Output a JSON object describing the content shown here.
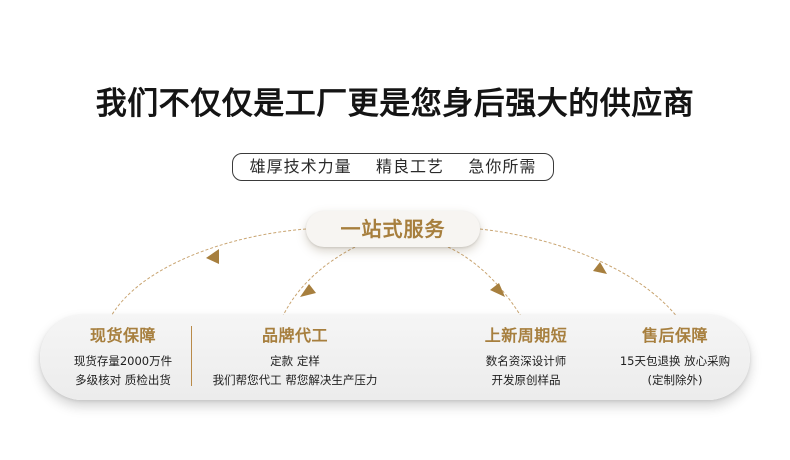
{
  "headline": "我们不仅仅是工厂更是您身后强大的供应商",
  "tagline": "雄厚技术力量    精良工艺    急你所需",
  "service_badge": "一站式服务",
  "colors": {
    "gold": "#a77f3e",
    "text_dark": "#141414",
    "panel_bg": "#efefef"
  },
  "features": [
    {
      "title": "现货保障",
      "lines": [
        "现货存量2000万件",
        "多级核对 质检出货"
      ]
    },
    {
      "title": "品牌代工",
      "lines": [
        "定款 定样",
        "我们帮您代工 帮您解决生产压力"
      ]
    },
    {
      "title": "上新周期短",
      "lines": [
        "数名资深设计师",
        "开发原创样品"
      ]
    },
    {
      "title": "售后保障",
      "lines": [
        "15天包退换 放心采购",
        "(定制除外)"
      ]
    }
  ]
}
